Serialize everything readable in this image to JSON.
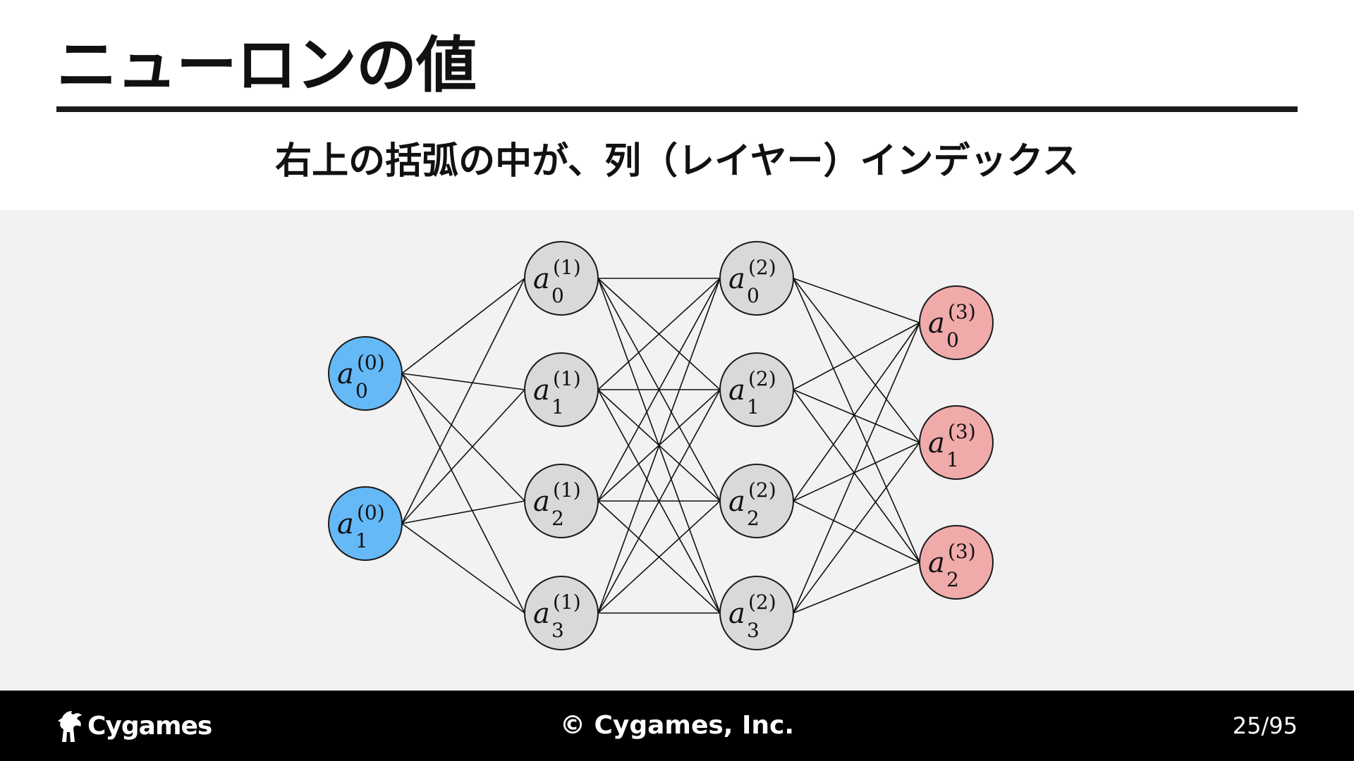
{
  "slide": {
    "title": "ニューロンの値",
    "subtitle": "右上の括弧の中が、列（レイヤー）インデックス"
  },
  "diagram": {
    "layers": [
      {
        "index": 0,
        "color": "#66b9f7",
        "nodes": [
          "a_0^{(0)}",
          "a_1^{(0)}"
        ]
      },
      {
        "index": 1,
        "color": "#d9d9d9",
        "nodes": [
          "a_0^{(1)}",
          "a_1^{(1)}",
          "a_2^{(1)}",
          "a_3^{(1)}"
        ]
      },
      {
        "index": 2,
        "color": "#d9d9d9",
        "nodes": [
          "a_0^{(2)}",
          "a_1^{(2)}",
          "a_2^{(2)}",
          "a_3^{(2)}"
        ]
      },
      {
        "index": 3,
        "color": "#f1aaaa",
        "nodes": [
          "a_0^{(3)}",
          "a_1^{(3)}",
          "a_2^{(3)}"
        ]
      }
    ],
    "connections": "fully-connected"
  },
  "footer": {
    "brand": "Cygames",
    "copyright": "© Cygames, Inc.",
    "page": "25/95"
  }
}
